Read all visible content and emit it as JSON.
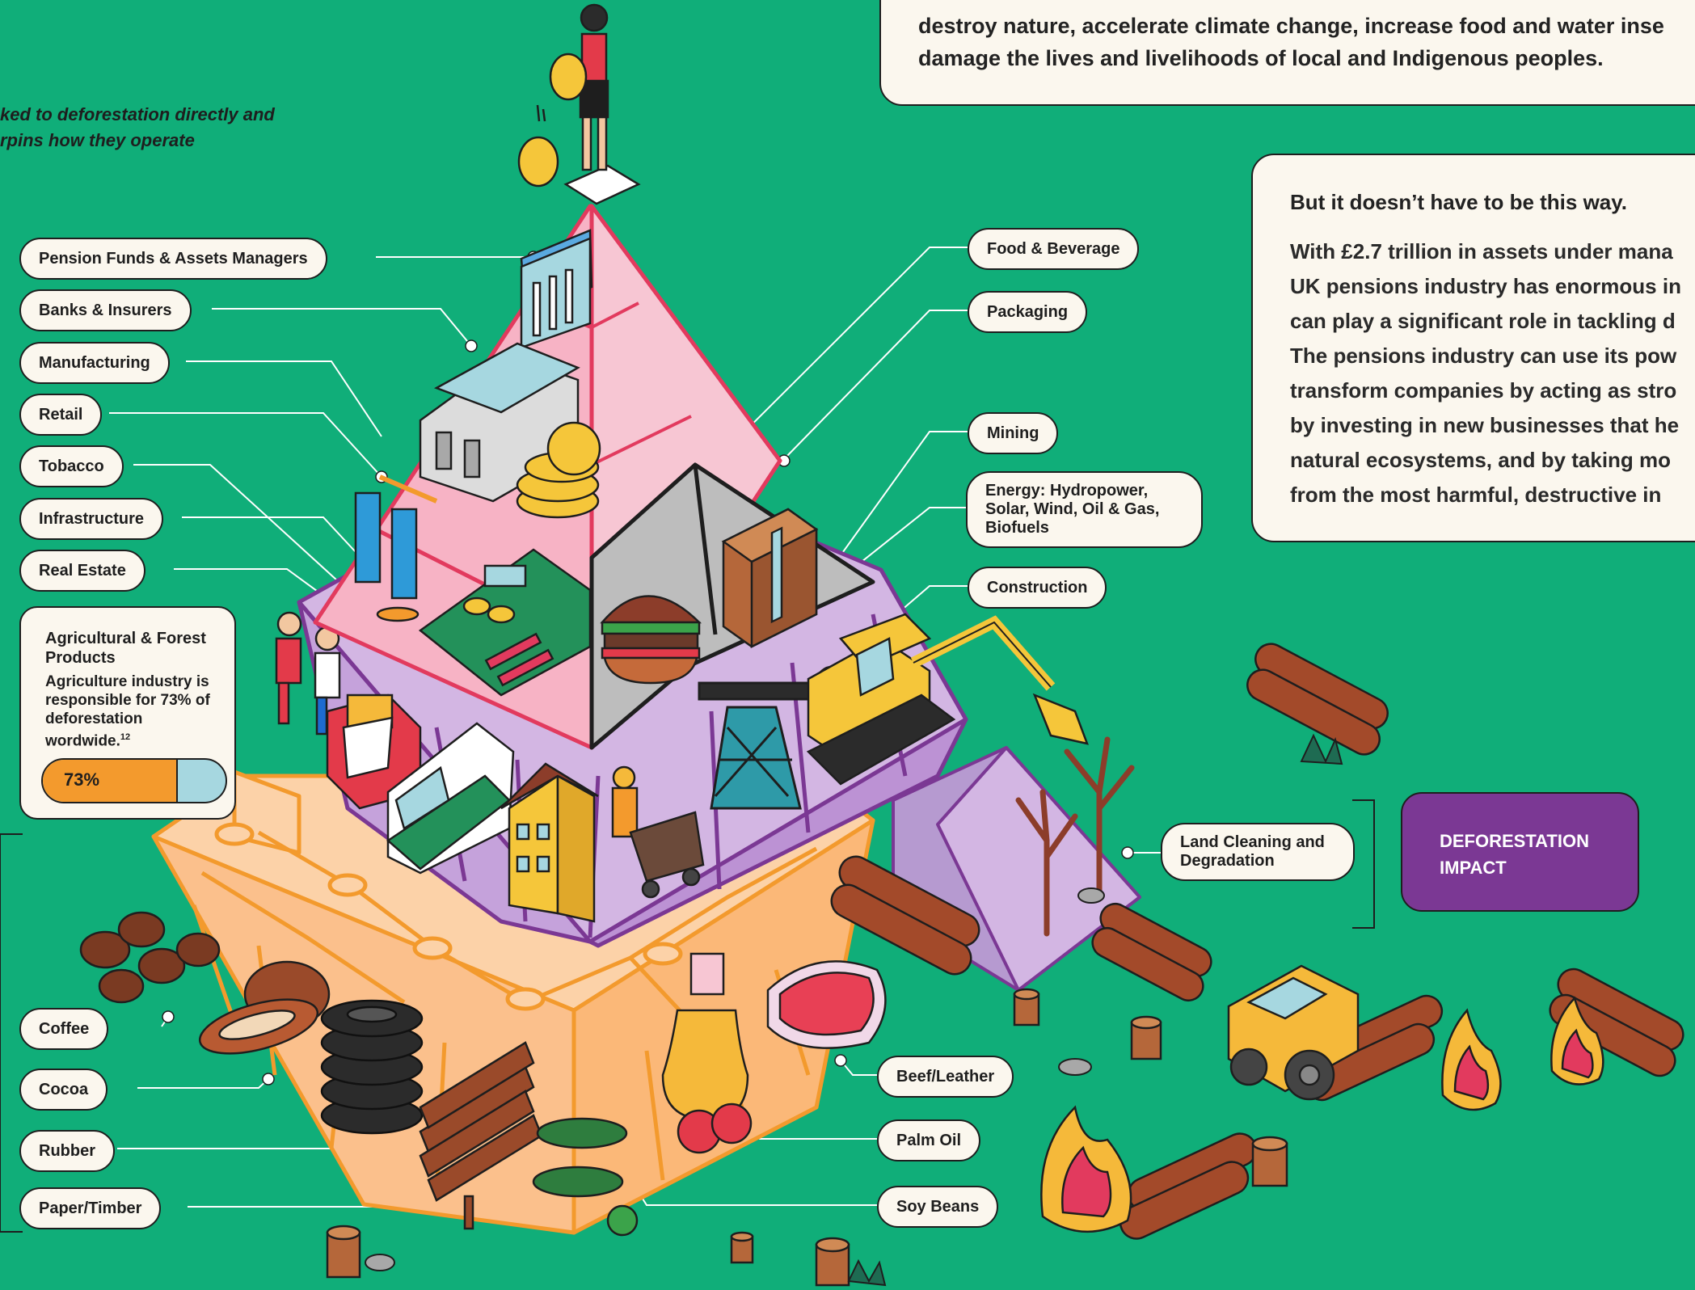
{
  "intro": {
    "line1": "destroy nature, accelerate climate change, increase food and water inse",
    "line2": "damage the lives and livelihoods of local and Indigenous peoples."
  },
  "side_note": {
    "line1": "ked to deforestation directly and",
    "line2": "rpins how they operate"
  },
  "right_box": {
    "heading": "But it doesn’t have to be this way.",
    "lines": [
      "With £2.7 trillion in assets under mana",
      "UK pensions industry has enormous in",
      "can play a significant role in tackling d",
      "The pensions industry can use its pow",
      "transform companies by acting as stro",
      "by investing in new businesses that he",
      "natural ecosystems, and by taking mo",
      "from the most harmful, destructive in"
    ]
  },
  "left_labels": {
    "pension": "Pension Funds & Assets Managers",
    "banks": "Banks & Insurers",
    "manufacturing": "Manufacturing",
    "retail": "Retail",
    "tobacco": "Tobacco",
    "infrastructure": "Infrastructure",
    "real_estate": "Real Estate",
    "coffee": "Coffee",
    "cocoa": "Cocoa",
    "rubber": "Rubber",
    "paper_timber": "Paper/Timber"
  },
  "right_labels": {
    "food_beverage": "Food & Beverage",
    "packaging": "Packaging",
    "mining": "Mining",
    "energy": "Energy: Hydropower, Solar, Wind, Oil & Gas, Biofuels",
    "construction": "Construction",
    "land_cleaning": "Land Cleaning and Degradation",
    "beef_leather": "Beef/Leather",
    "palm_oil": "Palm Oil",
    "soy_beans": "Soy Beans"
  },
  "agri_box": {
    "title": "Agricultural & Forest Products",
    "description": "Agriculture industry is responsible for 73% of deforestation wordwide.",
    "footnote": "12",
    "percent_label": "73%",
    "percent_value": 73
  },
  "impact_box": {
    "line1": "DEFORESTATION",
    "line2": "IMPACT"
  },
  "colors": {
    "background": "#10AE79",
    "pyramid_top": "#F7C6D3",
    "pyramid_middle": "#D3B6E3",
    "pyramid_base": "#FCD2A8",
    "top_outline": "#E23A5E",
    "middle_outline": "#7B3894",
    "base_outline": "#F39A2D",
    "impact": "#7B3894"
  }
}
